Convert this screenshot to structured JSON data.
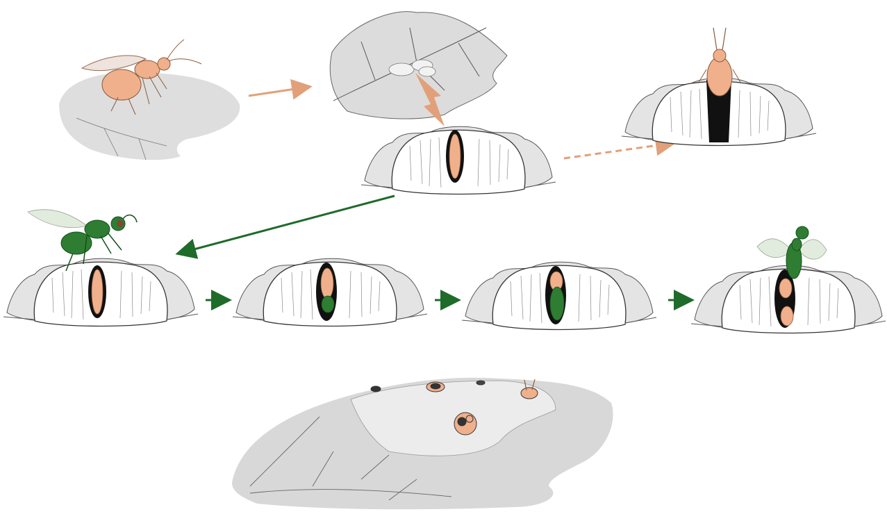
{
  "diagram": {
    "description_labels": [],
    "colors": {
      "wasp_orange": "#f0b08c",
      "wasp_orange_outline": "#b07050",
      "wasp_green": "#2e7d32",
      "wasp_green_dark": "#14501c",
      "arrow_orange": "#e2a07a",
      "arrow_green": "#1f6b2a",
      "leaf_gray": "#dedede",
      "gall_white": "#ffffff",
      "cell_dark": "#111111",
      "ink": "#333333"
    },
    "stages": [
      {
        "id": "adult-gall-wasp-on-leaf",
        "icon": "orange-wasp-icon"
      },
      {
        "id": "eggs-on-leaf",
        "icon": "leaf-eggs-icon"
      },
      {
        "id": "gall-with-larva",
        "icon": "gall-larva-icon"
      },
      {
        "id": "adult-emerging-from-gall",
        "icon": "emerging-wasp-icon"
      },
      {
        "id": "parasitoid-ovipositing",
        "icon": "green-wasp-icon"
      },
      {
        "id": "parasitoid-larva-feeding",
        "icon": "gall-parasitized-icon"
      },
      {
        "id": "parasitoid-pupa",
        "icon": "gall-pupa-icon"
      },
      {
        "id": "parasitoid-emerging",
        "icon": "emerging-green-wasp-icon"
      },
      {
        "id": "leaf-with-exit-holes",
        "icon": "leaf-holes-icon"
      }
    ]
  }
}
